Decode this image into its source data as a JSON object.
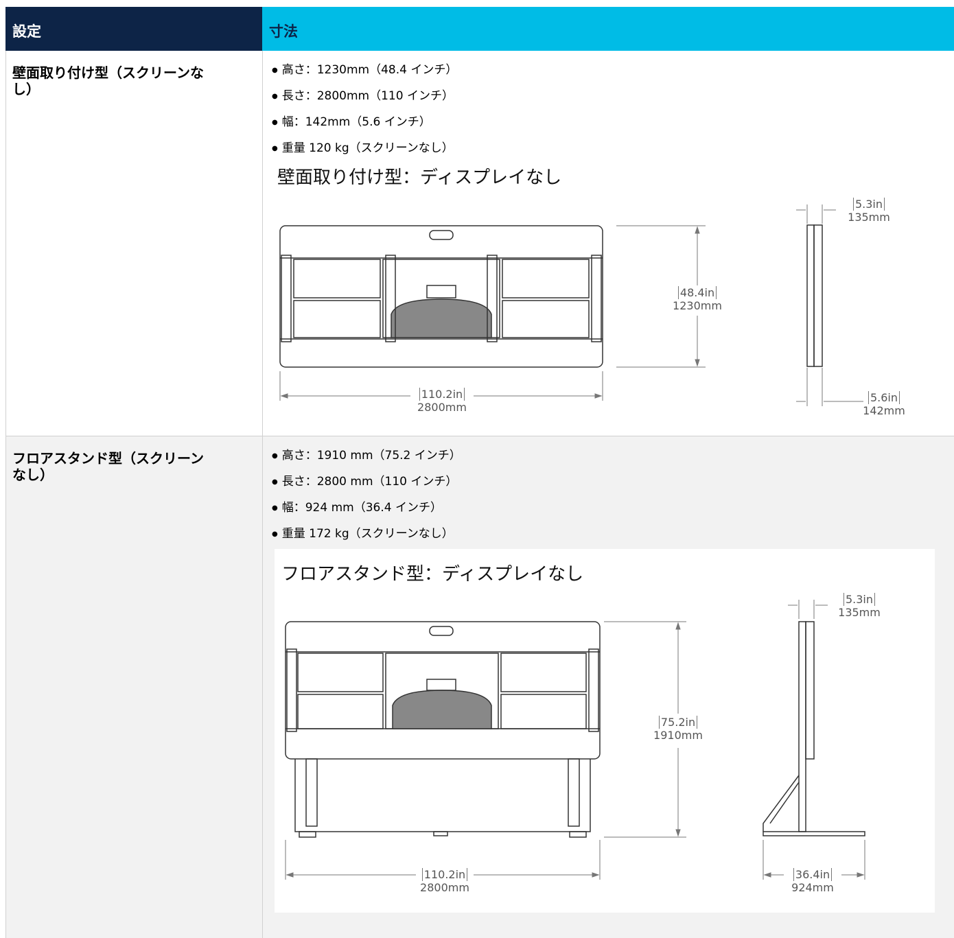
{
  "header": {
    "setting": "設定",
    "dimensions": "寸法"
  },
  "rows": [
    {
      "name": "壁面取り付け型（スクリーンなし）",
      "specs": [
        "高さ：1230mm（48.4 インチ）",
        "長さ：2800mm（110 インチ）",
        "幅：142mm（5.6 インチ）",
        "重量 120 kg（スクリーンなし）"
      ],
      "diagram": {
        "title": "壁面取り付け型：ディスプレイなし",
        "height_in": "48.4in",
        "height_mm": "1230mm",
        "width_in": "110.2in",
        "width_mm": "2800mm",
        "depth_top_in": "5.3in",
        "depth_top_mm": "135mm",
        "depth_bottom_in": "5.6in",
        "depth_bottom_mm": "142mm"
      }
    },
    {
      "name": "フロアスタンド型（スクリーンなし）",
      "specs": [
        "高さ：1910 mm（75.2 インチ）",
        "長さ：2800 mm（110 インチ）",
        "幅：924 mm（36.4 インチ）",
        "重量  172 kg（スクリーンなし）"
      ],
      "diagram": {
        "title": "フロアスタンド型：ディスプレイなし",
        "height_in": "75.2in",
        "height_mm": "1910mm",
        "width_in": "110.2in",
        "width_mm": "2800mm",
        "depth_top_in": "5.3in",
        "depth_top_mm": "135mm",
        "depth_bottom_in": "36.4in",
        "depth_bottom_mm": "924mm"
      }
    }
  ],
  "colors": {
    "header_left": "#0d2447",
    "header_right": "#00bce6",
    "row_alt": "#f2f2f2"
  }
}
